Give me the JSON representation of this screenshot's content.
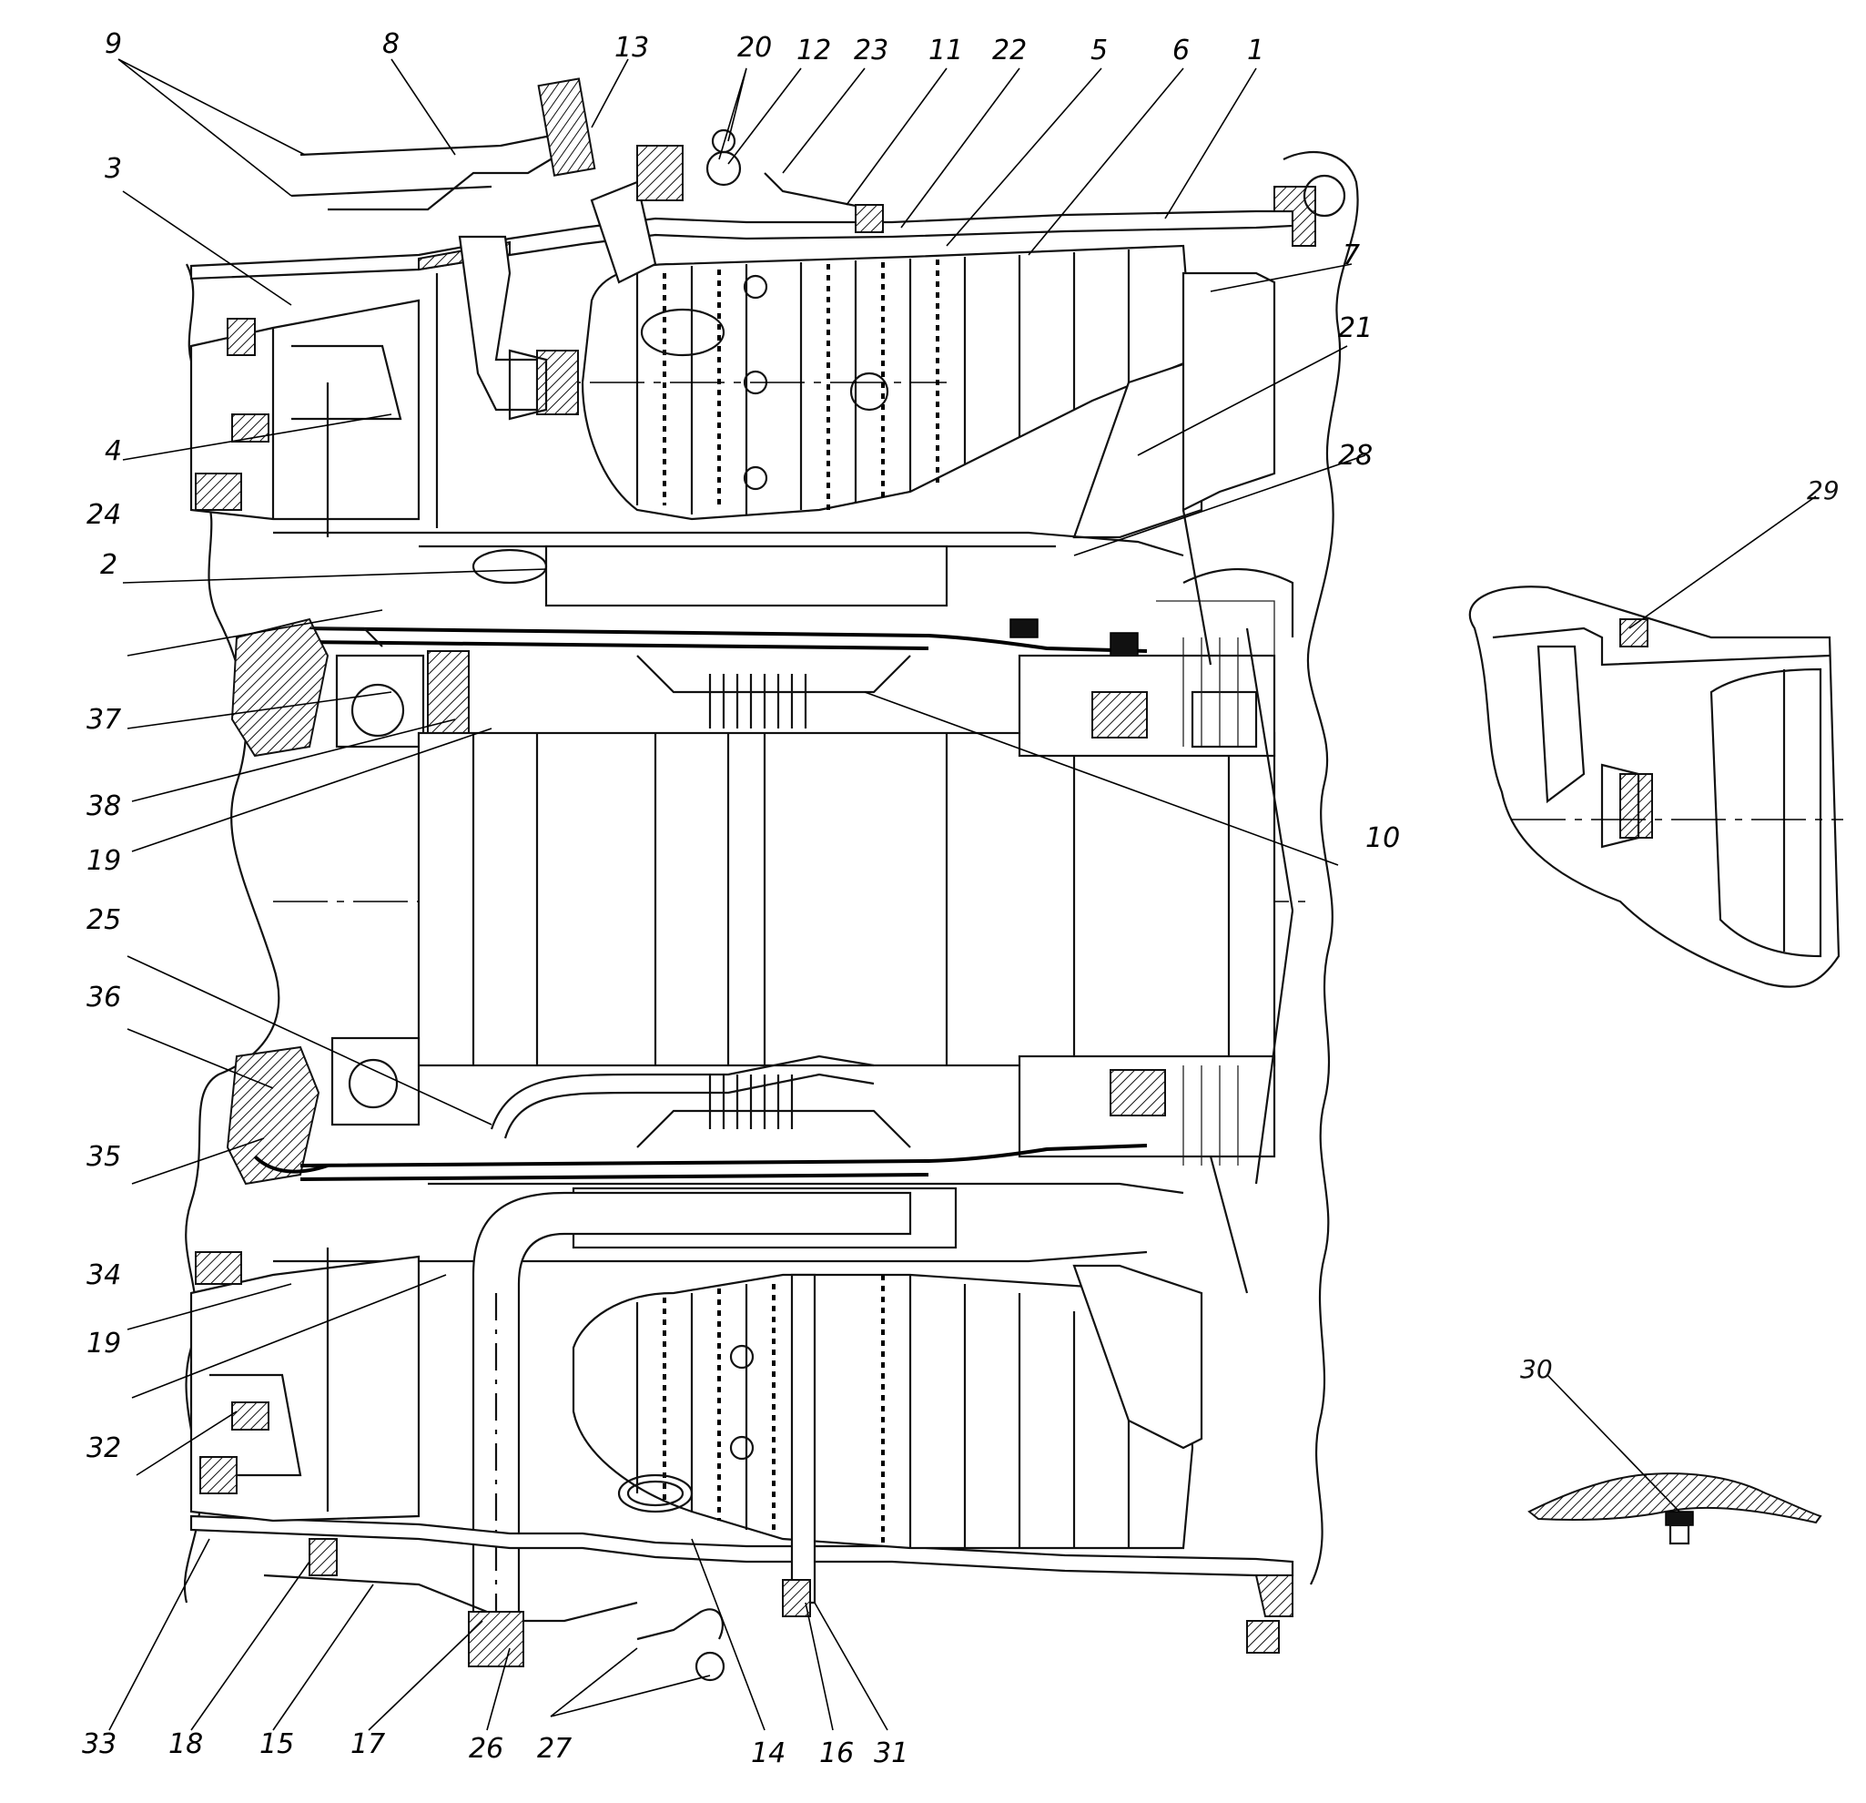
{
  "figure": {
    "main_callouts": {
      "c9": "9",
      "c8": "8",
      "c13": "13",
      "c20": "20",
      "c12": "12",
      "c23": "23",
      "c11": "11",
      "c22": "22",
      "c5": "5",
      "c6": "6",
      "c1": "1",
      "c7": "7",
      "c21": "21",
      "c28": "28",
      "c10": "10",
      "c3": "3",
      "c4": "4",
      "c24": "24",
      "c2": "2",
      "c37": "37",
      "c38": "38",
      "c19a": "19",
      "c25": "25",
      "c36": "36",
      "c35": "35",
      "c34": "34",
      "c19b": "19",
      "c32": "32",
      "c33": "33",
      "c18": "18",
      "c15": "15",
      "c17": "17",
      "c26": "26",
      "c27": "27",
      "c14": "14",
      "c16": "16",
      "c31": "31"
    },
    "inset_callouts": {
      "c29": "29",
      "c30": "30"
    }
  }
}
